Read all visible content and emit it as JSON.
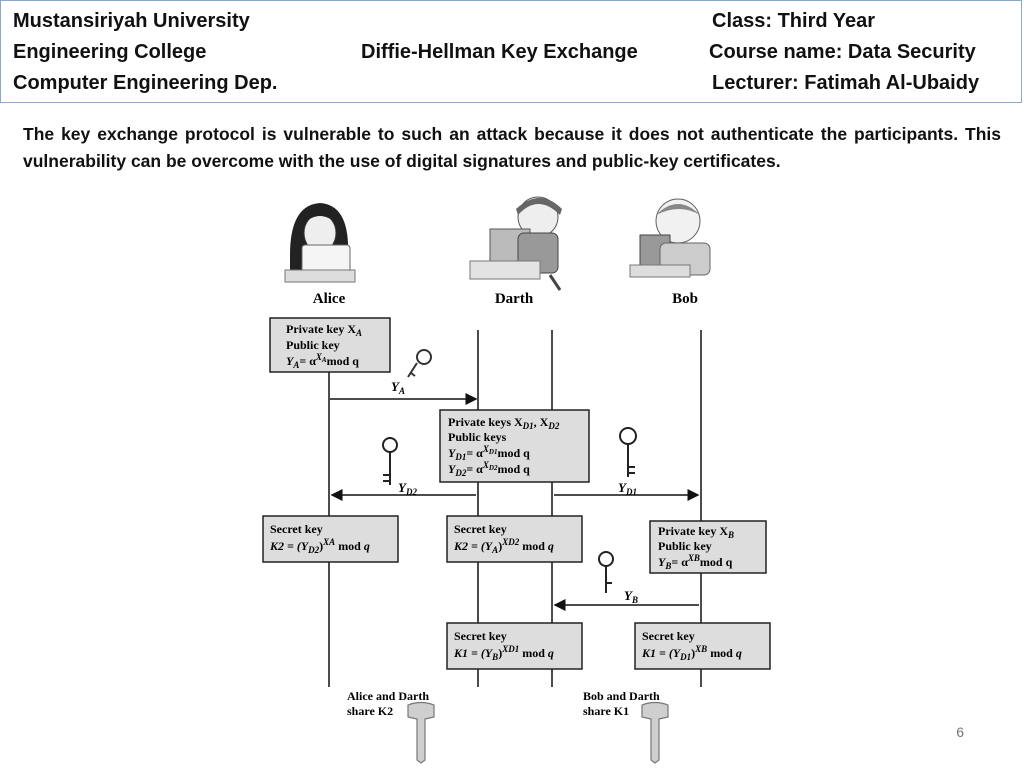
{
  "header": {
    "university": "Mustansiriyah University",
    "college": "Engineering College",
    "department": "Computer Engineering Dep.",
    "topic": "Diffie-Hellman Key Exchange",
    "class": "Class: Third Year",
    "course": "Course name: Data Security",
    "lecturer": "Lecturer: Fatimah Al-Ubaidy"
  },
  "paragraph": "The key exchange protocol is vulnerable to such an attack because it does not authenticate the participants. This vulnerability can be overcome with the use of digital signatures and public-key certificates.",
  "diagram": {
    "participants": [
      "Alice",
      "Darth",
      "Bob"
    ],
    "alice_keys": [
      "Private key X",
      "Public key",
      "Y",
      "= α",
      "mod q"
    ],
    "darth_keys": [
      "Private keys X",
      ", X",
      "Public keys",
      "Y",
      "= α",
      "mod q",
      "Y",
      "= α",
      "mod q"
    ],
    "bob_keys": [
      "Private key X",
      "Public key",
      "Y",
      "= α",
      "mod q"
    ],
    "secret": "Secret key",
    "alice_secret": "K2 = (Y",
    "darth_secret_k2": "K2 = (Y",
    "darth_secret_k1": "K1 = (Y",
    "bob_secret": "K1 = (Y",
    "arrows": {
      "ya": "Y",
      "yd2": "Y",
      "yd1": "Y",
      "yb": "Y"
    },
    "share_left": [
      "Alice and Darth",
      "share K2"
    ],
    "share_right": [
      "Bob and Darth",
      "share K1"
    ]
  },
  "page_number": "6"
}
